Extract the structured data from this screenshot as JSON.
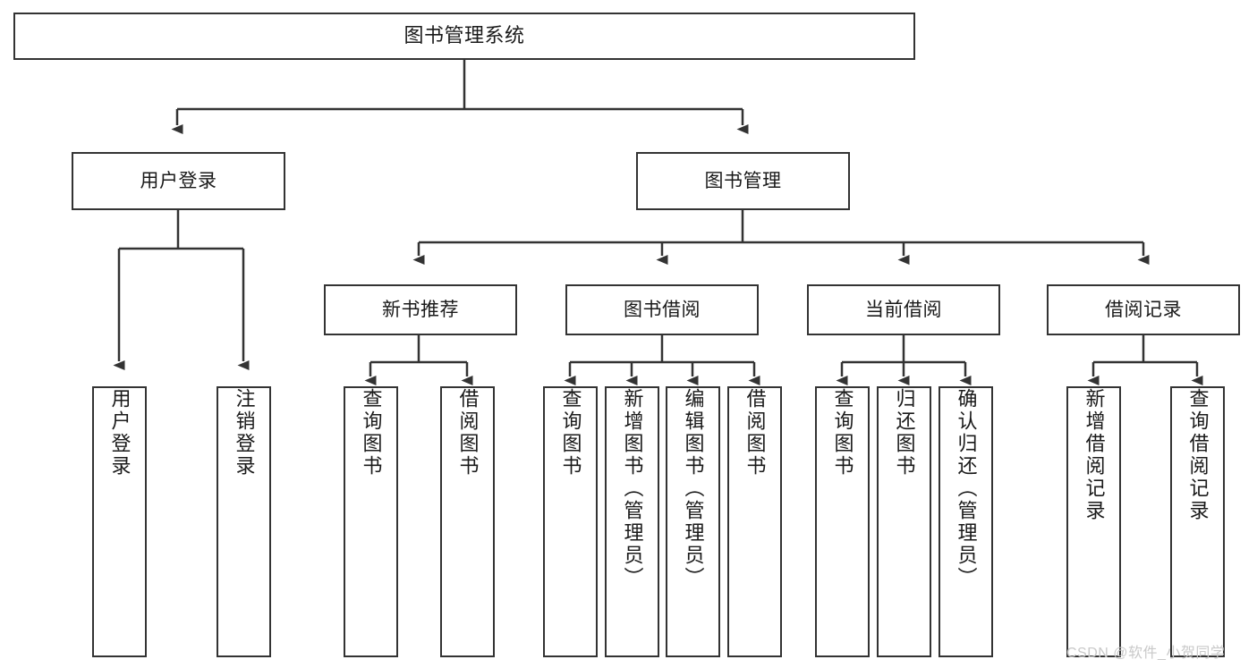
{
  "diagram": {
    "title": "图书管理系统",
    "type": "tree-hierarchy",
    "root": {
      "id": "root",
      "label": "图书管理系统"
    },
    "level1": [
      {
        "id": "user-login",
        "label": "用户登录"
      },
      {
        "id": "book-management",
        "label": "图书管理"
      }
    ],
    "level2": [
      {
        "id": "new-book-recommend",
        "label": "新书推荐",
        "parent": "book-management"
      },
      {
        "id": "book-borrow",
        "label": "图书借阅",
        "parent": "book-management"
      },
      {
        "id": "current-borrow",
        "label": "当前借阅",
        "parent": "book-management"
      },
      {
        "id": "borrow-record",
        "label": "借阅记录",
        "parent": "book-management"
      }
    ],
    "leaves": [
      {
        "id": "leaf-user-login",
        "label": "用户登录",
        "parent": "user-login"
      },
      {
        "id": "leaf-user-logout",
        "label": "注销登录",
        "parent": "user-login"
      },
      {
        "id": "leaf-query-book-1",
        "label": "查询图书",
        "parent": "new-book-recommend"
      },
      {
        "id": "leaf-borrow-book-1",
        "label": "借阅图书",
        "parent": "new-book-recommend"
      },
      {
        "id": "leaf-query-book-2",
        "label": "查询图书",
        "parent": "book-borrow"
      },
      {
        "id": "leaf-add-book",
        "label": "新增图书（管理员）",
        "parent": "book-borrow"
      },
      {
        "id": "leaf-edit-book",
        "label": "编辑图书（管理员）",
        "parent": "book-borrow"
      },
      {
        "id": "leaf-borrow-book-2",
        "label": "借阅图书",
        "parent": "book-borrow"
      },
      {
        "id": "leaf-query-book-3",
        "label": "查询图书",
        "parent": "current-borrow"
      },
      {
        "id": "leaf-return-book",
        "label": "归还图书",
        "parent": "current-borrow"
      },
      {
        "id": "leaf-confirm-return",
        "label": "确认归还（管理员）",
        "parent": "current-borrow"
      },
      {
        "id": "leaf-add-record",
        "label": "新增借阅记录",
        "parent": "borrow-record"
      },
      {
        "id": "leaf-query-record",
        "label": "查询借阅记录",
        "parent": "borrow-record"
      }
    ],
    "colors": {
      "stroke": "#333333",
      "fill": "#ffffff",
      "text": "#1a1a1a",
      "watermark": "#c9c9c9"
    }
  },
  "watermark": {
    "text": "CSDN @软件_小贺同学"
  }
}
